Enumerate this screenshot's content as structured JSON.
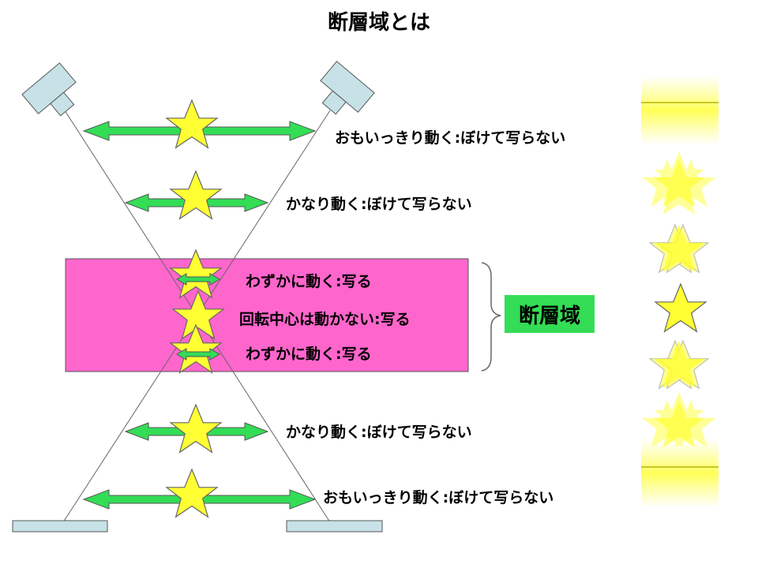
{
  "title": "断層域とは",
  "rows": [
    {
      "label": "おもいっきり動く:ぼけて写らない"
    },
    {
      "label": "かなり動く:ぼけて写らない"
    },
    {
      "label": "わずかに動く:写る"
    },
    {
      "label": "回転中心は動かない:写る"
    },
    {
      "label": "わずかに動く:写る"
    },
    {
      "label": "かなり動く:ぼけて写らない"
    },
    {
      "label": "おもいっきり動く:ぼけて写らない"
    }
  ],
  "zone_label": "断層域",
  "colors": {
    "arrow": "#33dd55",
    "star": "#ffff33",
    "zone": "#ff66cc",
    "device": "#c6e2e6"
  },
  "icons": [
    "star-icon",
    "double-arrow-icon",
    "x-ray-tube-icon",
    "detector-icon",
    "brace-icon"
  ]
}
